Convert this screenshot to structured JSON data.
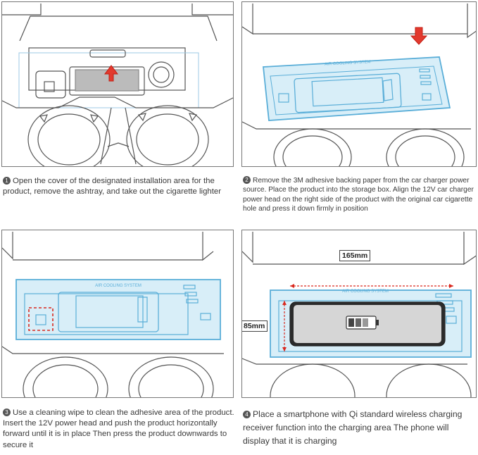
{
  "steps": [
    {
      "number": "1",
      "text": "Open the cover of the designated installation area for the product, remove the ashtray, and take out the cigarette lighter"
    },
    {
      "number": "2",
      "text": "Remove the 3M adhesive backing paper from the car charger power source. Place the product into the storage box. Align the 12V car charger power head on the right side of the product with the original car cigarette hole and press it down firmly in position"
    },
    {
      "number": "3",
      "text": "Use a cleaning wipe to clean the adhesive area of the product. Insert the 12V power head and push the product horizontally forward until it is in place Then press the product downwards to secure it"
    },
    {
      "number": "4",
      "text": "Place a smartphone with Qi standard wireless charging receiver function into the charging area The phone will display that it is charging"
    }
  ],
  "product_label": "AIR COOLING SYSTEM",
  "dimensions": {
    "width": "165mm",
    "height": "85mm"
  },
  "colors": {
    "line": "#555555",
    "product_blue": "#5aaed8",
    "product_fill": "#d8eef8",
    "arrow_red": "#e23a2e",
    "highlight_red": "#d9291f",
    "phone_dark": "#2b2b2b"
  }
}
